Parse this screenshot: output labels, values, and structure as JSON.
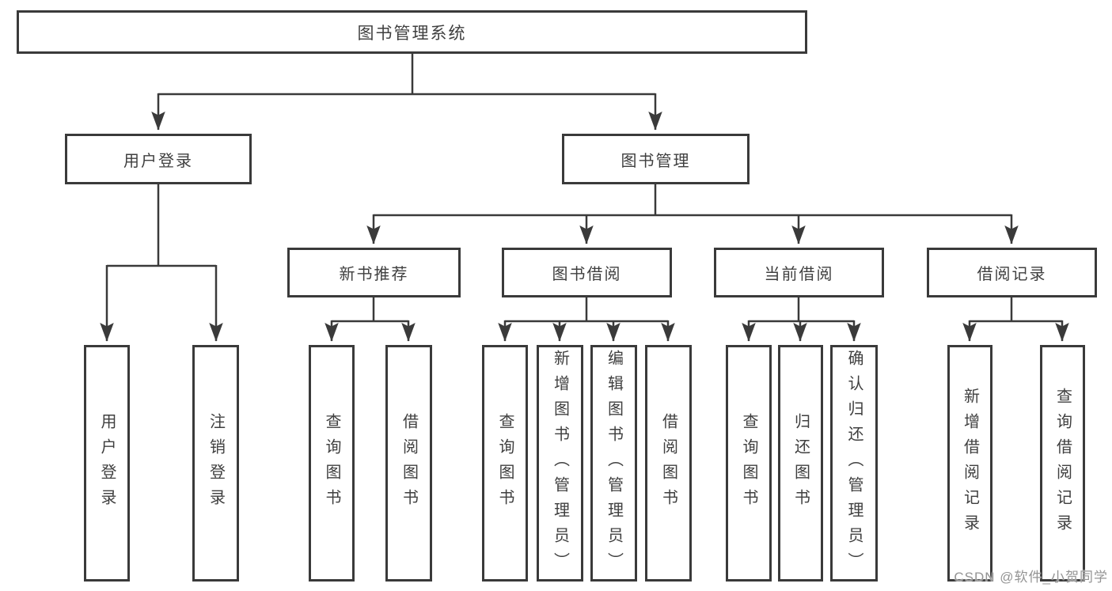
{
  "diagram": {
    "title_node": "图书管理系统",
    "nodes": {
      "user_login": "用户登录",
      "book_mgmt": "图书管理",
      "new_book_rec": "新书推荐",
      "book_borrow": "图书借阅",
      "current_borrow": "当前借阅",
      "borrow_records": "借阅记录"
    },
    "leaves": {
      "user_login": [
        "用户登录",
        "注销登录"
      ],
      "new_book_rec": [
        "查询图书",
        "借阅图书"
      ],
      "book_borrow": [
        "查询图书",
        "新增图书（管理员）",
        "编辑图书（管理员）",
        "借阅图书"
      ],
      "current_borrow": [
        "查询图书",
        "归还图书",
        "确认归还（管理员）"
      ],
      "borrow_records": [
        "新增借阅记录",
        "查询借阅记录"
      ]
    }
  },
  "watermark": "CSDN @软件_小贺同学",
  "colors": {
    "line": "#3a3a3a",
    "text": "#3f3f3f",
    "watermark": "#949494",
    "background": "#ffffff"
  }
}
